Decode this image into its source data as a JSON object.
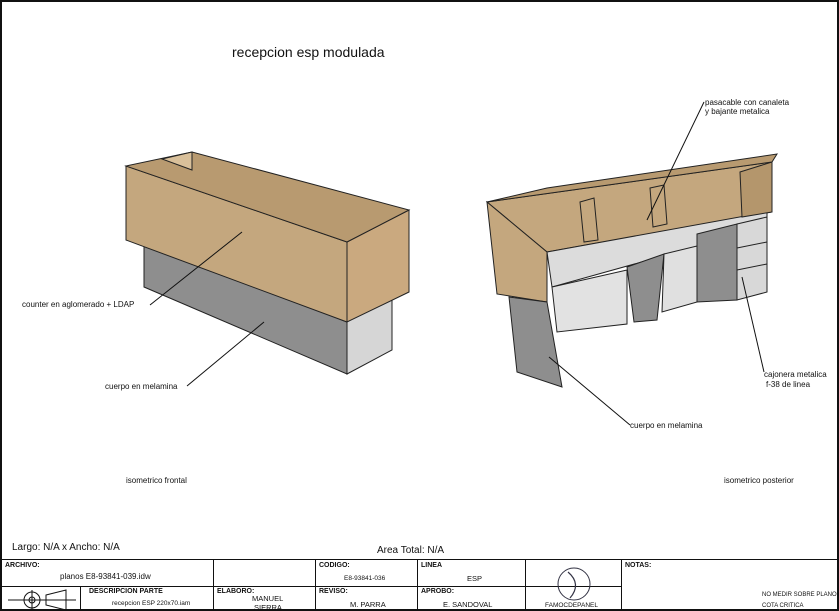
{
  "drawing": {
    "title": "recepcion esp modulada",
    "front_view": {
      "label": "isometrico frontal",
      "notes": [
        "counter en aglomerado + LDAP",
        "cuerpo en melamina"
      ]
    },
    "rear_view": {
      "label": "isometrico posterior",
      "notes": [
        "pasacable con canaleta",
        "y bajante metalica",
        "cuerpo en melamina",
        "cajonera metalica",
        "f-38 de linea"
      ]
    },
    "dimensions": "Largo: N/A x Ancho: N/A",
    "area": "Area Total: N/A"
  },
  "title_block": {
    "archivo_label": "ARCHIVO:",
    "archivo_value": "planos E8-93841-039.idw",
    "descripcion_label": "DESCRIPCION PARTE",
    "descripcion_value": "recepcion ESP 220x70.iam",
    "elaboro_label": "ELABORO:",
    "elaboro_value_1": "MANUEL",
    "elaboro_value_2": "SIERRA",
    "codigo_label": "CODIGO:",
    "codigo_value": "E8-93841-036",
    "reviso_label": "REVISO:",
    "reviso_value": "M. PARRA",
    "linea_label": "LINEA",
    "linea_value": "ESP",
    "aprobo_label": "APROBO:",
    "aprobo_value": "E. SANDOVAL",
    "logo_text": "FAMOCDEPANEL",
    "notas_label": "NOTAS:",
    "nota_1": "NO MEDIR SOBRE PLANO",
    "nota_2": "COTA CRITICA"
  },
  "colors": {
    "wood": "#c4a77e",
    "wood_dark": "#a8895e",
    "body": "#8e8e8e",
    "body_light": "#d4d4d4",
    "line": "#111111"
  }
}
